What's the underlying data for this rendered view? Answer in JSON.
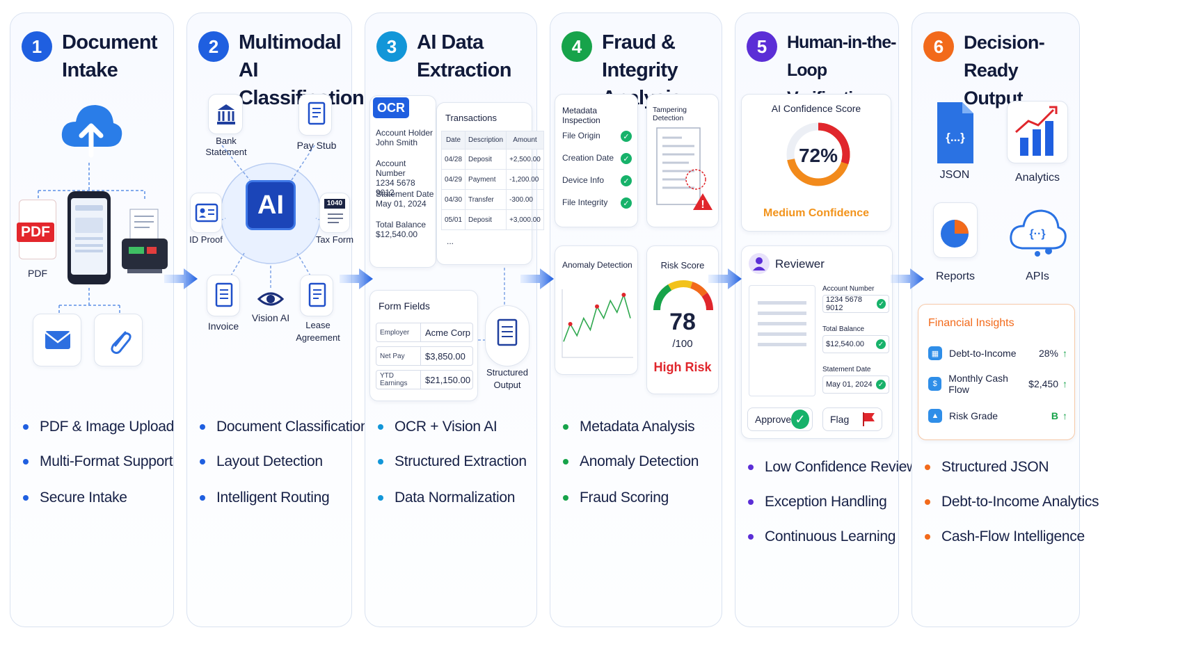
{
  "colors": {
    "blue": "#1f5fe0",
    "teal": "#1296d8",
    "green": "#17a34a",
    "purple": "#5b2ed6",
    "orange": "#f26a1b",
    "red": "#e0262c"
  },
  "panels": [
    {
      "num": "1",
      "title1": "Document",
      "title2": "Intake",
      "bullets": [
        "PDF & Image Upload",
        "Multi-Format Support",
        "Secure Intake"
      ]
    },
    {
      "num": "2",
      "title1": "Multimodal AI",
      "title2": "Classification",
      "bullets": [
        "Document Classification",
        "Layout Detection",
        "Intelligent Routing"
      ]
    },
    {
      "num": "3",
      "title1": "AI Data",
      "title2": "Extraction",
      "bullets": [
        "OCR + Vision AI",
        "Structured Extraction",
        "Data Normalization"
      ]
    },
    {
      "num": "4",
      "title1": "Fraud &",
      "title2": "Integrity Analysis",
      "bullets": [
        "Metadata Analysis",
        "Anomaly Detection",
        "Fraud Scoring"
      ]
    },
    {
      "num": "5",
      "title1": "Human-in-the-Loop",
      "title2": "Verification",
      "bullets": [
        "Low Confidence Review",
        "Exception Handling",
        "Continuous Learning"
      ]
    },
    {
      "num": "6",
      "title1": "Decision-Ready",
      "title2": "Output",
      "bullets": [
        "Structured JSON",
        "Debt-to-Income Analytics",
        "Cash-Flow Intelligence"
      ]
    }
  ],
  "intake": {
    "pdf_badge": "PDF",
    "pdf_label": "PDF"
  },
  "classification": {
    "bank": "Bank Statement",
    "paystub": "Pay Stub",
    "id": "ID Proof",
    "tax": "Tax Form",
    "tax_badge": "1040",
    "invoice": "Invoice",
    "vision": "Vision AI",
    "lease": "Lease Agreement",
    "chip": "AI"
  },
  "extraction": {
    "ocr": "OCR",
    "fields": [
      {
        "k": "Account Holder",
        "v": "John Smith"
      },
      {
        "k": "Account Number",
        "v": "1234 5678 9012"
      },
      {
        "k": "Statement Date",
        "v": "May 01, 2024"
      },
      {
        "k": "Total Balance",
        "v": "$12,540.00"
      }
    ],
    "tx_title": "Transactions",
    "tx_headers": [
      "Date",
      "Description",
      "Amount"
    ],
    "tx_rows": [
      [
        "04/28",
        "Deposit",
        "+2,500.00"
      ],
      [
        "04/29",
        "Payment",
        "-1,200.00"
      ],
      [
        "04/30",
        "Transfer",
        "-300.00"
      ],
      [
        "05/01",
        "Deposit",
        "+3,000.00"
      ]
    ],
    "tx_more": "...",
    "form_title": "Form Fields",
    "form_rows": [
      {
        "k": "Employer",
        "v": "Acme Corp"
      },
      {
        "k": "Net Pay",
        "v": "$3,850.00"
      },
      {
        "k": "YTD Earnings",
        "v": "$21,150.00"
      }
    ],
    "structured": "Structured Output"
  },
  "fraud": {
    "meta_title": "Metadata Inspection",
    "meta_items": [
      "File Origin",
      "Creation Date",
      "Device Info",
      "File Integrity"
    ],
    "tamper_title": "Tampering Detection",
    "anomaly_title": "Anomaly Detection",
    "anomaly_series": [
      2,
      5,
      3,
      6,
      4,
      8,
      6,
      9,
      7,
      10,
      6
    ],
    "risk_title": "Risk Score",
    "risk_value": "78",
    "risk_max": "/100",
    "risk_label": "High Risk",
    "risk_fraction": 0.78
  },
  "verify": {
    "conf_title": "AI Confidence Score",
    "conf_value": "72%",
    "conf_fraction": 0.72,
    "conf_label": "Medium Confidence",
    "reviewer": "Reviewer",
    "fields": [
      {
        "k": "Account Number",
        "v": "1234 5678 9012"
      },
      {
        "k": "Total Balance",
        "v": "$12,540.00"
      },
      {
        "k": "Statement Date",
        "v": "May 01, 2024"
      }
    ],
    "approve": "Approve",
    "flag": "Flag"
  },
  "output": {
    "json": "JSON",
    "json_glyph": "{...}",
    "analytics": "Analytics",
    "reports": "Reports",
    "apis": "APIs",
    "apis_glyph": "{··}",
    "insights_title": "Financial Insights",
    "insights": [
      {
        "k": "Debt-to-Income",
        "v": "28%"
      },
      {
        "k": "Monthly Cash Flow",
        "v": "$2,450"
      },
      {
        "k": "Risk Grade",
        "v": "B"
      }
    ]
  }
}
